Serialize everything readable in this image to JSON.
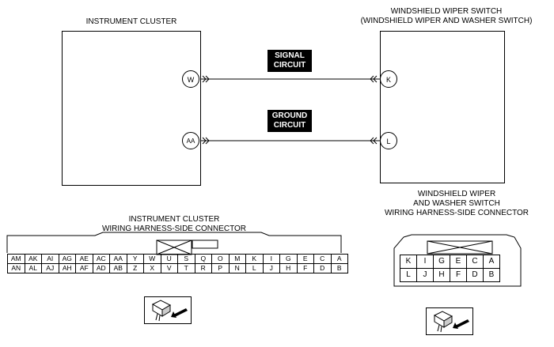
{
  "cluster_title": "INSTRUMENT CLUSTER",
  "switch_title_1": "WINDSHIELD WIPER SWITCH",
  "switch_title_2": "(WINDSHIELD WIPER AND WASHER SWITCH)",
  "signal_1": "SIGNAL",
  "signal_2": "CIRCUIT",
  "ground_1": "GROUND",
  "ground_2": "CIRCUIT",
  "pins": {
    "w": "W",
    "aa": "AA",
    "k": "K",
    "l": "L"
  },
  "cluster_conn_title_1": "INSTRUMENT CLUSTER",
  "cluster_conn_title_2": "WIRING HARNESS-SIDE CONNECTOR",
  "switch_conn_title_1": "WINDSHIELD WIPER",
  "switch_conn_title_2": "AND WASHER SWITCH",
  "switch_conn_title_3": "WIRING HARNESS-SIDE CONNECTOR",
  "cluster_conn_rows": [
    [
      "AM",
      "AK",
      "AI",
      "AG",
      "AE",
      "AC",
      "AA",
      "Y",
      "W",
      "U",
      "S",
      "Q",
      "O",
      "M",
      "K",
      "I",
      "G",
      "E",
      "C",
      "A"
    ],
    [
      "AN",
      "AL",
      "AJ",
      "AH",
      "AF",
      "AD",
      "AB",
      "Z",
      "X",
      "V",
      "T",
      "R",
      "P",
      "N",
      "L",
      "J",
      "H",
      "F",
      "D",
      "B"
    ]
  ],
  "switch_conn_rows": [
    [
      "K",
      "I",
      "G",
      "E",
      "C",
      "A"
    ],
    [
      "L",
      "J",
      "H",
      "F",
      "D",
      "B"
    ]
  ],
  "icons": {
    "connector_view": "connector-view-icon"
  }
}
